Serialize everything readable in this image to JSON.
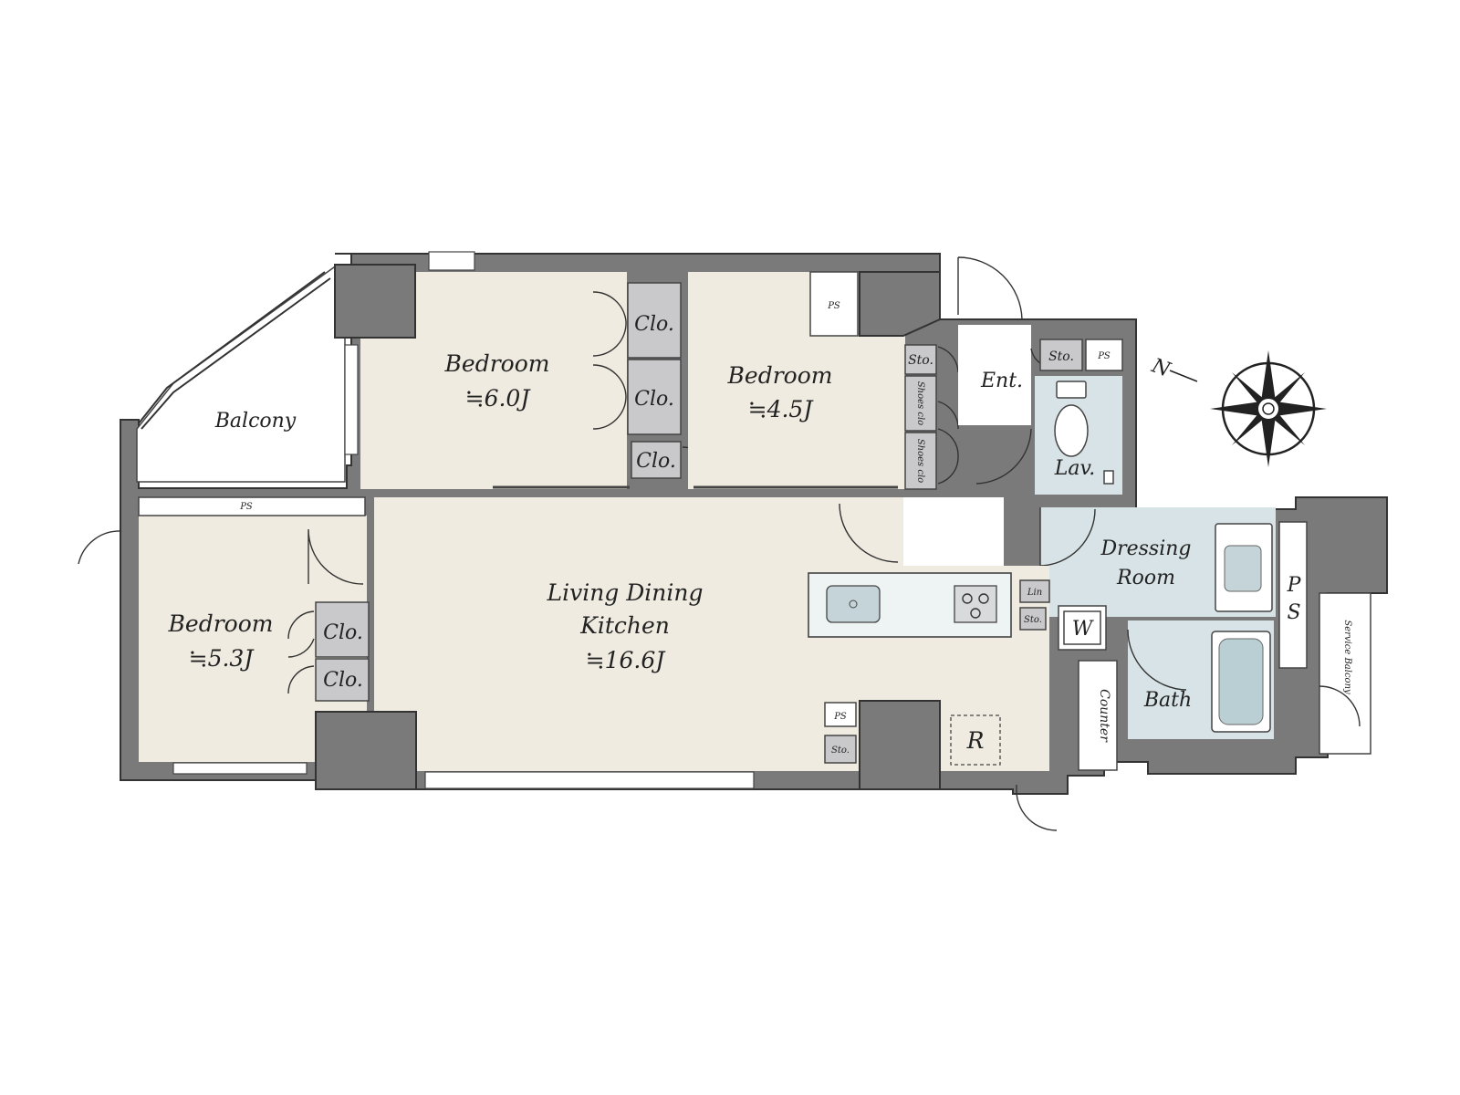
{
  "rooms": {
    "balcony": "Balcony",
    "bedroom1": {
      "name": "Bedroom",
      "size": "≒6.0J"
    },
    "bedroom2": {
      "name": "Bedroom",
      "size": "≒4.5J"
    },
    "bedroom3": {
      "name": "Bedroom",
      "size": "≒5.3J"
    },
    "ldk": {
      "name1": "Living Dining",
      "name2": "Kitchen",
      "size": "≒16.6J"
    },
    "entrance": "Ent.",
    "lavatory": "Lav.",
    "dressing": {
      "name1": "Dressing",
      "name2": "Room"
    },
    "bath": "Bath",
    "service_balcony": "Service Balcony",
    "counter": "Counter"
  },
  "labels": {
    "closet": "Clo.",
    "storage": "Sto.",
    "pipe_space": "PS",
    "shoes_closet": "Shoes clo",
    "linen": "Lin",
    "washer": "W",
    "refrigerator": "R",
    "ps_p": "P",
    "ps_s": "S"
  },
  "compass": {
    "north": "N"
  },
  "colors": {
    "room": "#efebe0",
    "wet_area": "#d7e3e6",
    "wall": "#7a7a7a",
    "closet": "#c9c9cc"
  }
}
